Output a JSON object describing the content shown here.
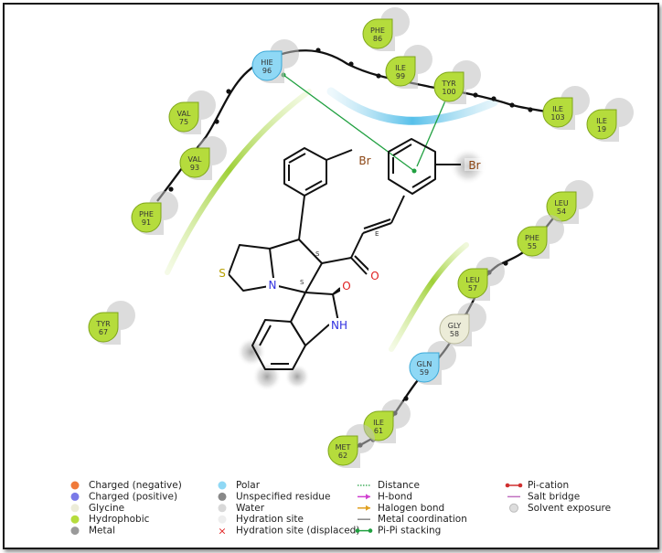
{
  "colors": {
    "hydrophobic": "#b5dc3c",
    "hydrophobic_stroke": "#7fa61a",
    "polar": "#8fd8f5",
    "polar_stroke": "#3aa8d8",
    "glycine": "#ececd8",
    "charged_negative": "#f07a3a",
    "charged_positive": "#7a7ae8",
    "unspecified": "#888888",
    "hbond": "#d040d0",
    "halogen": "#e0a020",
    "pipi": "#20a040",
    "pication": "#d03030",
    "saltbridge": "#c070c0"
  },
  "residues": [
    {
      "id": "phe86",
      "name": "PHE",
      "num": "86",
      "type": "hydrophobic"
    },
    {
      "id": "hie96",
      "name": "HIE",
      "num": "96",
      "type": "polar"
    },
    {
      "id": "ile99",
      "name": "ILE",
      "num": "99",
      "type": "hydrophobic"
    },
    {
      "id": "tyr100",
      "name": "TYR",
      "num": "100",
      "type": "hydrophobic"
    },
    {
      "id": "ile103",
      "name": "ILE",
      "num": "103",
      "type": "hydrophobic"
    },
    {
      "id": "ile19",
      "name": "ILE",
      "num": "19",
      "type": "hydrophobic"
    },
    {
      "id": "val75",
      "name": "VAL",
      "num": "75",
      "type": "hydrophobic"
    },
    {
      "id": "val93",
      "name": "VAL",
      "num": "93",
      "type": "hydrophobic"
    },
    {
      "id": "phe91",
      "name": "PHE",
      "num": "91",
      "type": "hydrophobic"
    },
    {
      "id": "tyr67",
      "name": "TYR",
      "num": "67",
      "type": "hydrophobic"
    },
    {
      "id": "leu54",
      "name": "LEU",
      "num": "54",
      "type": "hydrophobic"
    },
    {
      "id": "phe55",
      "name": "PHE",
      "num": "55",
      "type": "hydrophobic"
    },
    {
      "id": "leu57",
      "name": "LEU",
      "num": "57",
      "type": "hydrophobic"
    },
    {
      "id": "gly58",
      "name": "GLY",
      "num": "58",
      "type": "glycine"
    },
    {
      "id": "gln59",
      "name": "GLN",
      "num": "59",
      "type": "polar"
    },
    {
      "id": "ile61",
      "name": "ILE",
      "num": "61",
      "type": "hydrophobic"
    },
    {
      "id": "met62",
      "name": "MET",
      "num": "62",
      "type": "hydrophobic"
    }
  ],
  "atoms": {
    "br1": "Br",
    "br2": "Br",
    "s": "S",
    "n": "N",
    "o1": "O",
    "o2": "O",
    "nh": "NH",
    "stereo1": "S",
    "stereo2": "S",
    "e": "E"
  },
  "legend": {
    "col1": [
      {
        "label": "Charged (negative)",
        "icon": "charged-negative-dot"
      },
      {
        "label": "Charged (positive)",
        "icon": "charged-positive-dot"
      },
      {
        "label": "Glycine",
        "icon": "glycine-dot"
      },
      {
        "label": "Hydrophobic",
        "icon": "hydrophobic-dot"
      },
      {
        "label": "Metal",
        "icon": "metal-dot"
      }
    ],
    "col2": [
      {
        "label": "Polar",
        "icon": "polar-dot"
      },
      {
        "label": "Unspecified residue",
        "icon": "unspecified-dot"
      },
      {
        "label": "Water",
        "icon": "water-dot"
      },
      {
        "label": "Hydration site",
        "icon": "hydration-dot"
      },
      {
        "label": "Hydration site (displaced)",
        "icon": "x-mark"
      }
    ],
    "col3": [
      {
        "label": "Distance",
        "icon": "dotted-line"
      },
      {
        "label": "H-bond",
        "icon": "arrow"
      },
      {
        "label": "Halogen bond",
        "icon": "arrow"
      },
      {
        "label": "Metal coordination",
        "icon": "line"
      },
      {
        "label": "Pi-Pi stacking",
        "icon": "dot-line"
      }
    ],
    "col4": [
      {
        "label": "Pi-cation",
        "icon": "dot-line"
      },
      {
        "label": "Salt bridge",
        "icon": "line"
      },
      {
        "label": "Solvent exposure",
        "icon": "exposure-dot"
      }
    ]
  }
}
